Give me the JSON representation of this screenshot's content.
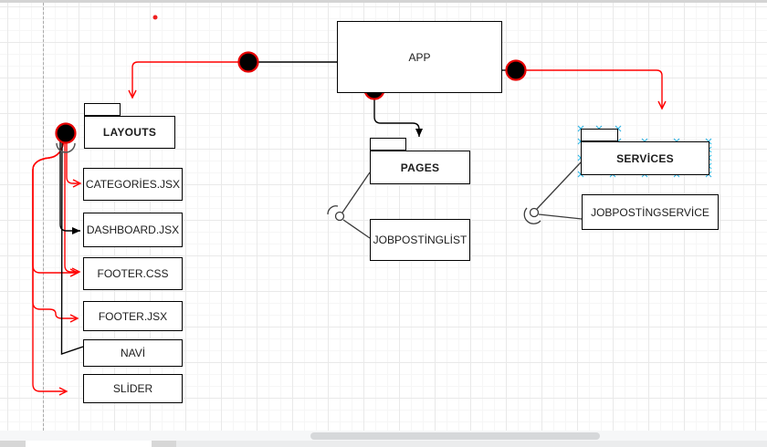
{
  "diagram": {
    "nodes": {
      "app": {
        "label": "APP"
      },
      "layouts": {
        "label": "LAYOUTS"
      },
      "categories": {
        "label": "CATEGORİES.JSX"
      },
      "dashboard": {
        "label": "DASHBOARD.JSX"
      },
      "footer_css": {
        "label": "FOOTER.CSS"
      },
      "footer_jsx": {
        "label": "FOOTER.JSX"
      },
      "navi": {
        "label": "NAVİ"
      },
      "slider": {
        "label": "SLİDER"
      },
      "pages": {
        "label": "PAGES"
      },
      "jobpostinglist": {
        "label": "JOBPOSTİNGLİST"
      },
      "services": {
        "label": "SERVİCES"
      },
      "jobpostingservice": {
        "label": "JOBPOSTİNGSERVİCE"
      }
    },
    "colors": {
      "connector_red": "#ff0000",
      "connector_black": "#000000",
      "node_fill": "#ffffff",
      "node_border": "#000000",
      "connection_point_blue": "#33b5e5",
      "waypoint_fill": "#000000",
      "waypoint_ring": "#e60000"
    }
  }
}
